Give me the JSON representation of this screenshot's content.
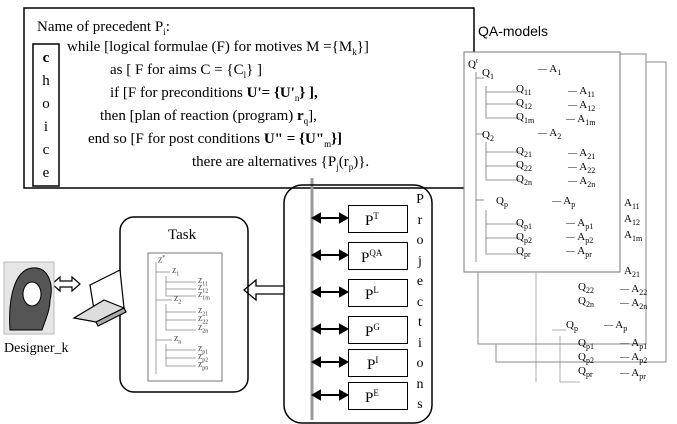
{
  "precedent": {
    "lines": [
      "Name of precedent P",
      "while [logical formulae (F) for motives  M ={M",
      "as [ F for aims  C = {C",
      "if [F for preconditions ",
      "then [plan of reaction (program)  ",
      "end so [F for post conditions ",
      "there are  alternatives {P"
    ],
    "sub_i": "i",
    "sub_k": "k",
    "close_mk": "}]",
    "sub_l": "l",
    "close_cl": "} ]",
    "u_prime": "U'= {U'",
    "sub_n": "n",
    "close_un": "}  ],",
    "r_q": "r",
    "sub_q": "q",
    "close_rq": "],",
    "u_dprime": "U\" = {U\"",
    "sub_m": "m",
    "close_um": "}]",
    "sub_j": "j",
    "rp_open": "(r",
    "sub_p": "p",
    "close_pj": ")}."
  },
  "choice_letters": [
    "c",
    "h",
    "o",
    "i",
    "c",
    "e"
  ],
  "task_label": "Task",
  "designer_label": "Designer_k",
  "projections": {
    "letters": [
      "P",
      "r",
      "o",
      "j",
      "e",
      "c",
      "t",
      "i",
      "o",
      "n",
      "s"
    ],
    "boxes": [
      {
        "base": "P",
        "sup": "T"
      },
      {
        "base": "P",
        "sup": "QA"
      },
      {
        "base": "P",
        "sup": "L"
      },
      {
        "base": "P",
        "sup": "G"
      },
      {
        "base": "P",
        "sup": "I"
      },
      {
        "base": "P",
        "sup": "E"
      }
    ]
  },
  "qa_title": "QA-models",
  "qa_front": [
    {
      "q": "Q",
      "qs": "1",
      "a": "A",
      "as": "1"
    },
    {
      "q": "Q",
      "qs": "11",
      "a": "A",
      "as": "11"
    },
    {
      "q": "Q",
      "qs": "12",
      "a": "A",
      "as": "12"
    },
    {
      "q": "Q",
      "qs": "1m",
      "a": "A",
      "as": "1m"
    },
    {
      "q": "Q",
      "qs": "2",
      "a": "A",
      "as": "2"
    },
    {
      "q": "Q",
      "qs": "21",
      "a": "A",
      "as": "21"
    },
    {
      "q": "Q",
      "qs": "22",
      "a": "A",
      "as": "22"
    },
    {
      "q": "Q",
      "qs": "2n",
      "a": "A",
      "as": "2n"
    },
    {
      "q": "Q",
      "qs": "p",
      "a": "A",
      "as": "p"
    },
    {
      "q": "Q",
      "qs": "p1",
      "a": "A",
      "as": "p1"
    },
    {
      "q": "Q",
      "qs": "p2",
      "a": "A",
      "as": "p2"
    },
    {
      "q": "Q",
      "qs": "pr",
      "a": "A",
      "as": "pr"
    }
  ],
  "qa_back_right": [
    {
      "a": "A",
      "as": "11"
    },
    {
      "a": "A",
      "as": "12"
    },
    {
      "a": "A",
      "as": "1m"
    },
    {
      "a": "A",
      "as": "21"
    }
  ],
  "qa_back_rows": [
    {
      "q": "Q",
      "qs": "22",
      "a": "A",
      "as": "22"
    },
    {
      "q": "Q",
      "qs": "2n",
      "a": "A",
      "as": "2n"
    },
    {
      "q": "Q",
      "qs": "p",
      "a": "A",
      "as": "p"
    },
    {
      "q": "Q",
      "qs": "p1",
      "a": "A",
      "as": "p1"
    },
    {
      "q": "Q",
      "qs": "p2",
      "a": "A",
      "as": "p2"
    },
    {
      "q": "Q",
      "qs": "pr",
      "a": "A",
      "as": "pr"
    }
  ],
  "qa_root": {
    "q": "Q",
    "sup": "t"
  },
  "task_tree": {
    "root": {
      "q": "Z",
      "sup": "*"
    },
    "nodes": [
      {
        "q": "Z",
        "s": "1"
      },
      {
        "q": "Z",
        "s": "11"
      },
      {
        "q": "Z",
        "s": "12"
      },
      {
        "q": "Z",
        "s": "1m"
      },
      {
        "q": "Z",
        "s": "2"
      },
      {
        "q": "Z",
        "s": "21"
      },
      {
        "q": "Z",
        "s": "22"
      },
      {
        "q": "Z",
        "s": "2n"
      },
      {
        "q": "Z",
        "s": "n"
      },
      {
        "q": "Z",
        "s": "p1"
      },
      {
        "q": "Z",
        "s": "p2"
      },
      {
        "q": "Z",
        "s": "pn"
      }
    ]
  }
}
